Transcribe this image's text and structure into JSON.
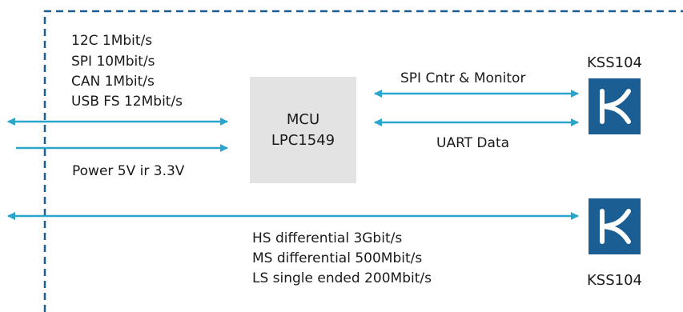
{
  "interfaces": {
    "lines": [
      "12C 1Mbit/s",
      "SPI 10Mbit/s",
      "CAN 1Mbit/s",
      "USB FS 12Mbit/s"
    ]
  },
  "power": {
    "label": "Power 5V ir 3.3V"
  },
  "mcu": {
    "line1": "MCU",
    "line2": "LPC1549"
  },
  "spi_link": {
    "label": "SPI Cntr & Monitor"
  },
  "uart_link": {
    "label": "UART Data"
  },
  "kss_top": {
    "label": "KSS104"
  },
  "kss_bottom": {
    "label": "KSS104"
  },
  "differential": {
    "lines": [
      "HS differential 3Gbit/s",
      "MS differential 500Mbit/s",
      "LS single ended 200Mbit/s"
    ]
  },
  "colors": {
    "arrow": "#2aa5cc",
    "boundary": "#1b5e93",
    "chip": "#1b5e93",
    "mcu_fill": "#e3e3e3"
  }
}
